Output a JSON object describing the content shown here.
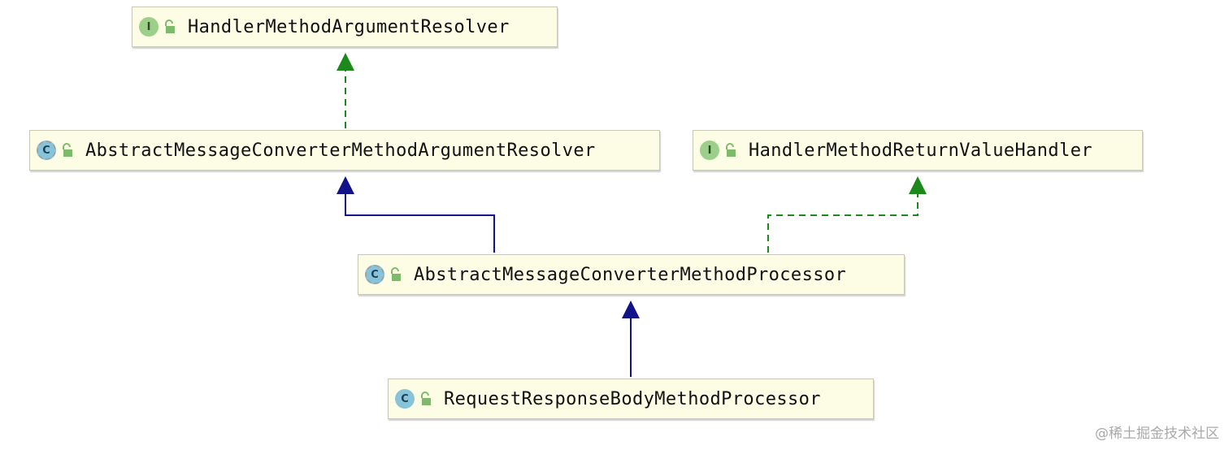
{
  "nodes": [
    {
      "id": "hmar",
      "label": "HandlerMethodArgumentResolver",
      "kind": "I"
    },
    {
      "id": "amcmar",
      "label": "AbstractMessageConverterMethodArgumentResolver",
      "kind": "C"
    },
    {
      "id": "hmrvh",
      "label": "HandlerMethodReturnValueHandler",
      "kind": "I"
    },
    {
      "id": "amcmp",
      "label": "AbstractMessageConverterMethodProcessor",
      "kind": "C"
    },
    {
      "id": "rrbmp",
      "label": "RequestResponseBodyMethodProcessor",
      "kind": "C"
    }
  ],
  "edges": [
    {
      "from": "AbstractMessageConverterMethodArgumentResolver",
      "to": "HandlerMethodArgumentResolver",
      "relation": "implements"
    },
    {
      "from": "AbstractMessageConverterMethodProcessor",
      "to": "AbstractMessageConverterMethodArgumentResolver",
      "relation": "extends"
    },
    {
      "from": "AbstractMessageConverterMethodProcessor",
      "to": "HandlerMethodReturnValueHandler",
      "relation": "implements"
    },
    {
      "from": "RequestResponseBodyMethodProcessor",
      "to": "AbstractMessageConverterMethodProcessor",
      "relation": "extends"
    }
  ],
  "colors": {
    "implements_arrow": "#1b8a1b",
    "extends_arrow": "#12128a",
    "node_fill": "#fdfde6",
    "interface_badge": "#9bcf8a",
    "class_badge": "#87c3d9"
  },
  "watermark": "@稀土掘金技术社区"
}
